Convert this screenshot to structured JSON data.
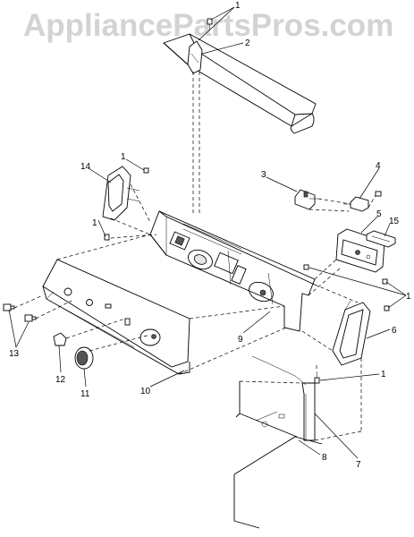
{
  "watermark": "AppliancePartsPros.com",
  "callouts": {
    "c1_top": "1",
    "c2": "2",
    "c1_left_upper": "1",
    "c14": "14",
    "c3": "3",
    "c4": "4",
    "c5": "5",
    "c15": "15",
    "c1_left_lower": "1",
    "c1_right": "1",
    "c6": "6",
    "c1_bottom_right": "1",
    "c9": "9",
    "c13": "13",
    "c12": "12",
    "c11": "11",
    "c10": "10",
    "c7": "7",
    "c8": "8"
  }
}
